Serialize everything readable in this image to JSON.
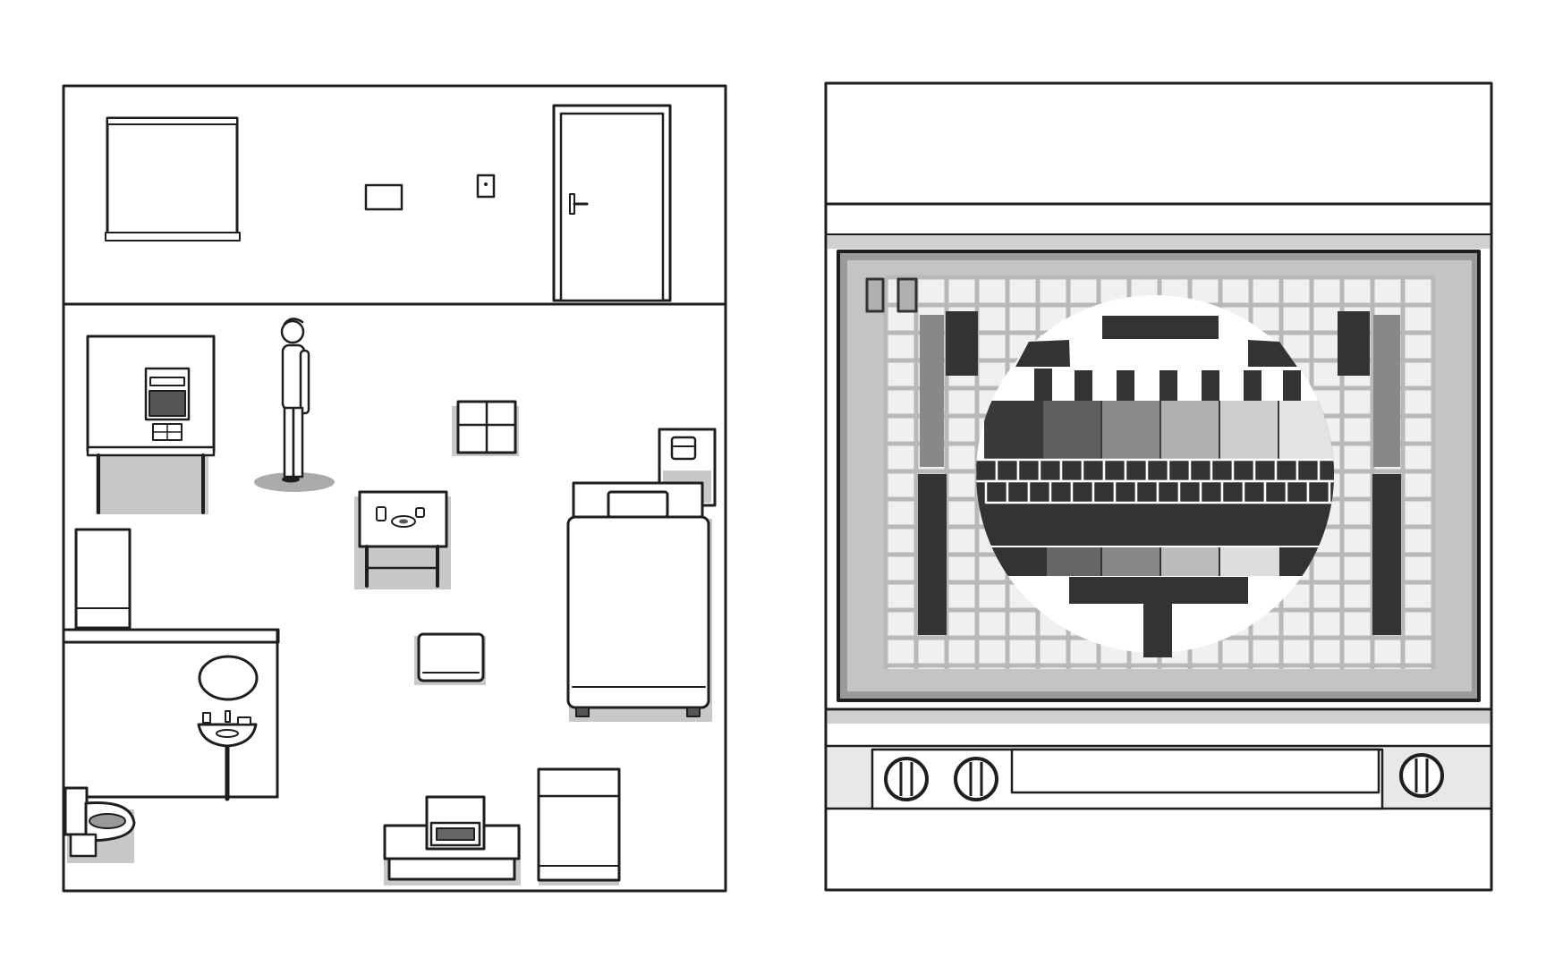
{
  "scene": {
    "left_panel": "room-top-down-view",
    "right_panel": "tv-closeup-test-card"
  },
  "colors": {
    "ink": "#1e1e1e",
    "paper": "#ffffff",
    "floor_shadow": "#c8c8c8",
    "test_card_grid": "#b8b8b8",
    "test_card_dark": "#333333"
  },
  "room": {
    "objects": [
      "window",
      "light-switch",
      "intercom",
      "door",
      "desk-with-computer",
      "player-character",
      "floor-tile-box",
      "coffee-table",
      "tv-on-floor",
      "bed",
      "nightstand-with-phone",
      "wardrobe",
      "bathroom-wall",
      "mirror",
      "washbasin",
      "toilet",
      "stove",
      "refrigerator"
    ]
  },
  "tv": {
    "state": "pause",
    "pause_icon": "pause-icon",
    "test_card_gray_levels": [
      "#3a3a3a",
      "#5e5e5e",
      "#8a8a8a",
      "#b0b0b0",
      "#cfcfcf",
      "#e3e3e3"
    ]
  }
}
